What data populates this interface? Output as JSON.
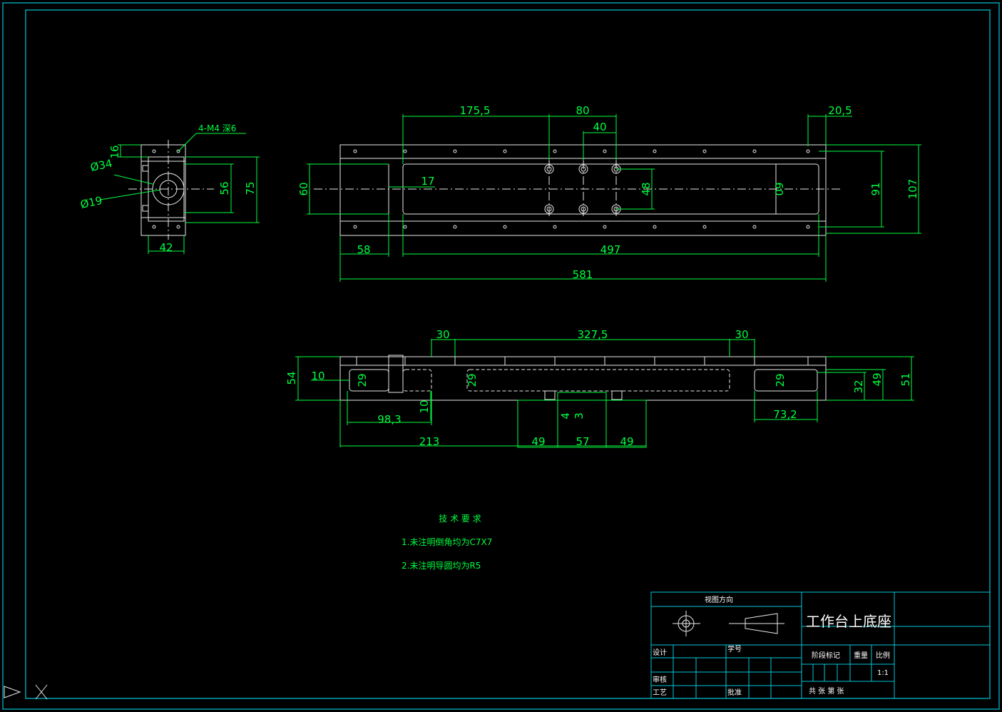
{
  "side_view": {
    "thread_note": "4-M4  深6",
    "dim_16": "16",
    "dim_phi34": "Ø34",
    "dim_phi19": "Ø19",
    "dim_56": "56",
    "dim_75": "75",
    "dim_42": "42"
  },
  "top_view": {
    "dim_175_5": "175,5",
    "dim_80": "80",
    "dim_40": "40",
    "dim_20_5": "20,5",
    "dim_17": "17",
    "dim_60_left": "60",
    "dim_48": "48",
    "dim_60_inner": "60",
    "dim_91": "91",
    "dim_107": "107",
    "dim_58": "58",
    "dim_497": "497",
    "dim_581": "581"
  },
  "front_view": {
    "dim_30_left": "30",
    "dim_327_5": "327,5",
    "dim_30_right": "30",
    "dim_54": "54",
    "dim_10_h": "10",
    "dim_29_a": "29",
    "dim_29_b": "29",
    "dim_29_c": "29",
    "dim_10_v": "10",
    "dim_98_3": "98,3",
    "dim_4": "4",
    "dim_3": "3",
    "dim_73_2": "73,2",
    "dim_32": "32",
    "dim_49_r": "49",
    "dim_51": "51",
    "dim_213": "213",
    "dim_49_a": "49",
    "dim_57": "57",
    "dim_49_b": "49"
  },
  "tech_notes": {
    "heading": "技 术 要 求",
    "line1": "1.未注明倒角均为C7X7",
    "line2": "2.未注明导圆均为R5"
  },
  "title_block": {
    "view_direction": "视图方向",
    "part_name": "工作台上底座",
    "design": "设计",
    "std": "学号",
    "stage_mark": "阶段标记",
    "weight": "重量",
    "scale_label": "比例",
    "scale_value": "1:1",
    "review": "审核",
    "process": "工艺",
    "approve": "批准",
    "sheets": "共   张  第   张"
  },
  "colors": {
    "frame": "#00c8d8",
    "part_lines": "#e8e8e8",
    "dimensions": "#00ff40",
    "background": "#000000"
  }
}
